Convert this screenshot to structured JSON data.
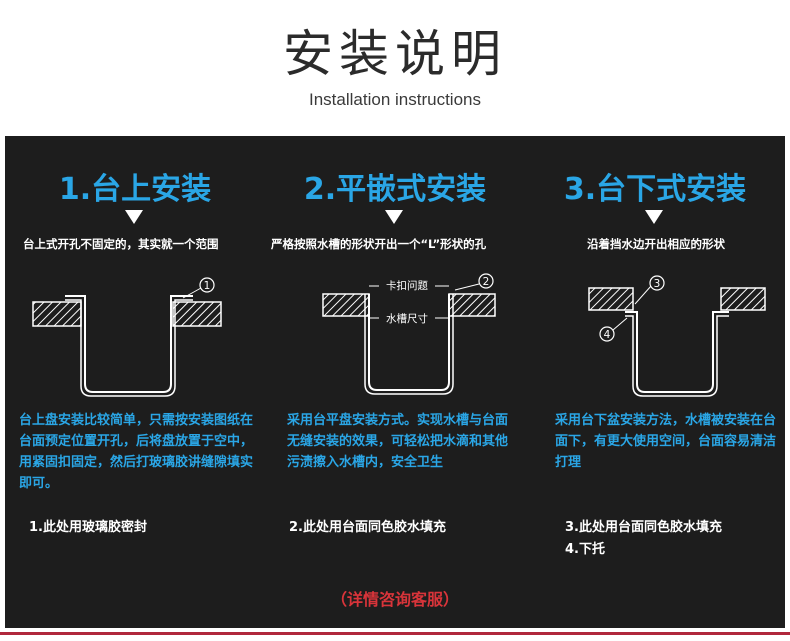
{
  "header": {
    "title_cn": "安装说明",
    "title_en": "Installation instructions"
  },
  "columns": [
    {
      "heading": "1.台上安装",
      "subtitle": "台上式开孔不固定的，其实就一个范围",
      "markers": [
        "1"
      ],
      "description": "台上盘安装比较简单，只需按安装图纸在台面预定位置开孔，后将盘放置于空中，用紧固扣固定，然后打玻璃胶讲缝隙填实即可。",
      "notes": [
        "1.此处用玻璃胶密封"
      ]
    },
    {
      "heading": "2.平嵌式安装",
      "subtitle": "严格按照水槽的形状开出一个“L”形状的孔",
      "markers": [
        "2"
      ],
      "labels": [
        "卡扣问题",
        "水槽尺寸"
      ],
      "description": "采用台平盘安装方式。实现水槽与台面无缝安装的效果，可轻松把水滴和其他污渍擦入水槽内，安全卫生",
      "notes": [
        "2.此处用台面同色胶水填充"
      ]
    },
    {
      "heading": "3.台下式安装",
      "subtitle": "沿着挡水边开出相应的形状",
      "markers": [
        "3",
        "4"
      ],
      "description": "采用台下盆安装方法，水槽被安装在台面下，有更大使用空间，台面容易清洁打理",
      "notes": [
        "3.此处用台面同色胶水填充",
        "4.下托"
      ]
    }
  ],
  "contact": "（详情咨询客服）",
  "colors": {
    "panel_bg": "#1d1d1d",
    "heading_blue": "#2aa6e6",
    "contact_red": "#d8343a",
    "accent_line": "#b0283c"
  }
}
